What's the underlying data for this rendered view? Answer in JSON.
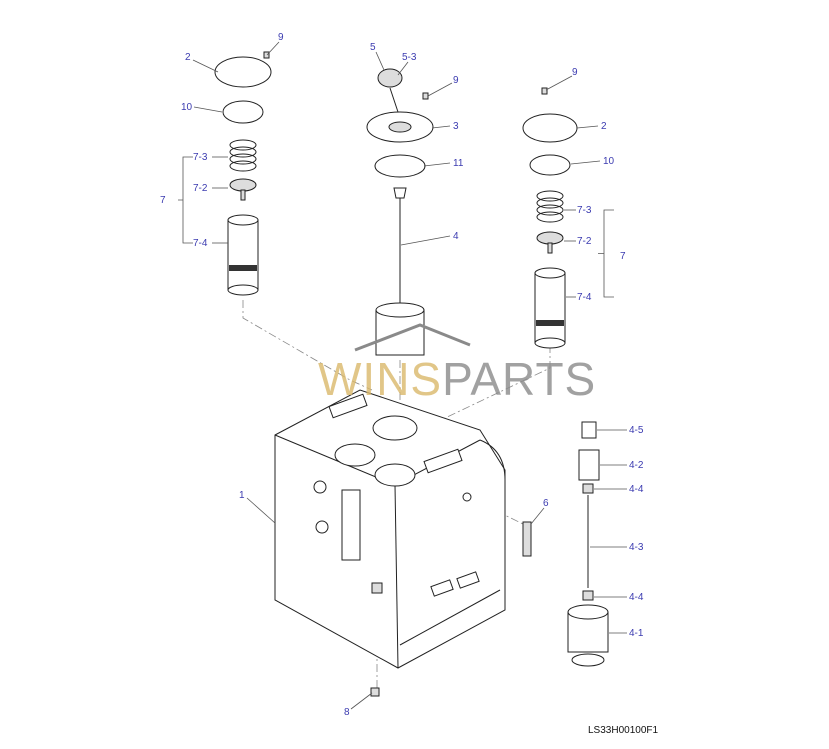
{
  "diagram": {
    "drawing_number": "LS33H00100F1",
    "watermark": "WINSPARTS",
    "colors": {
      "label": "#3b3bb0",
      "line": "#222222",
      "watermark_gold": "#d9b86a",
      "watermark_gray": "#8a8a8a"
    },
    "callouts": [
      {
        "id": "9"
      },
      {
        "id": "2"
      },
      {
        "id": "10"
      },
      {
        "id": "7-3"
      },
      {
        "id": "7-2"
      },
      {
        "id": "7"
      },
      {
        "id": "7-4"
      },
      {
        "id": "5"
      },
      {
        "id": "5-3"
      },
      {
        "id": "9"
      },
      {
        "id": "3"
      },
      {
        "id": "11"
      },
      {
        "id": "4"
      },
      {
        "id": "9"
      },
      {
        "id": "2"
      },
      {
        "id": "10"
      },
      {
        "id": "7-3"
      },
      {
        "id": "7-2"
      },
      {
        "id": "7-4"
      },
      {
        "id": "7"
      },
      {
        "id": "1"
      },
      {
        "id": "6"
      },
      {
        "id": "4-5"
      },
      {
        "id": "4-2"
      },
      {
        "id": "4-4"
      },
      {
        "id": "4-3"
      },
      {
        "id": "4-4"
      },
      {
        "id": "4-1"
      },
      {
        "id": "8"
      }
    ]
  }
}
